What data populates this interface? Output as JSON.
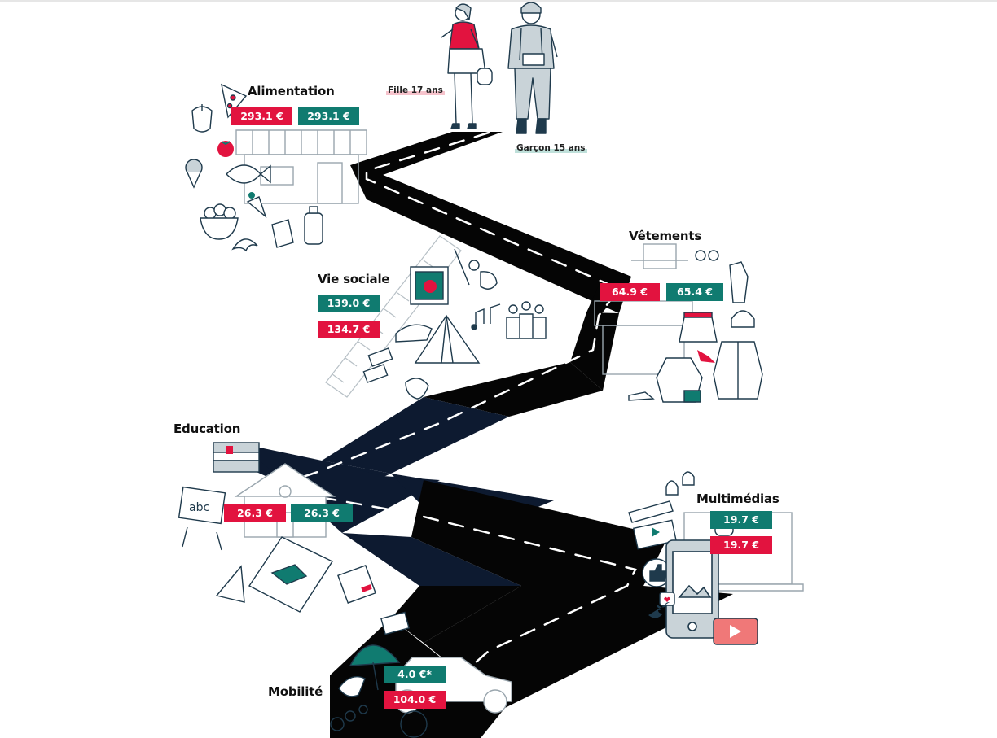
{
  "legend": {
    "girl": "Fille 17 ans",
    "boy": "Garçon 15 ans"
  },
  "colors": {
    "girl": "#e2133f",
    "boy": "#107b70",
    "road": "#050505",
    "road_dark": "#0d1a30",
    "line": "#2b3f4e"
  },
  "categories": [
    {
      "key": "alimentation",
      "name": "Alimentation",
      "girl": "293.1 €",
      "boy": "293.1 €"
    },
    {
      "key": "vetements",
      "name": "Vêtements",
      "girl": "64.9 €",
      "boy": "65.4 €"
    },
    {
      "key": "vie_sociale",
      "name": "Vie sociale",
      "girl": "134.7 €",
      "boy": "139.0 €"
    },
    {
      "key": "education",
      "name": "Education",
      "girl": "26.3 €",
      "boy": "26.3 €"
    },
    {
      "key": "multimedias",
      "name": "Multimédias",
      "girl": "19.7 €",
      "boy": "19.7 €"
    },
    {
      "key": "mobilite",
      "name": "Mobilité",
      "girl": "104.0 €",
      "boy": "4.0 €*"
    }
  ]
}
